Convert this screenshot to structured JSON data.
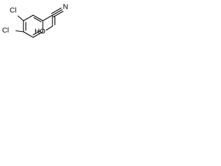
{
  "structure": {
    "atoms": {
      "cl_upper": "Cl",
      "cl_lower": "Cl",
      "nitrile": "N",
      "hydroxyl": "HO"
    },
    "bond_color": "#000000",
    "label_color": "#000000"
  }
}
